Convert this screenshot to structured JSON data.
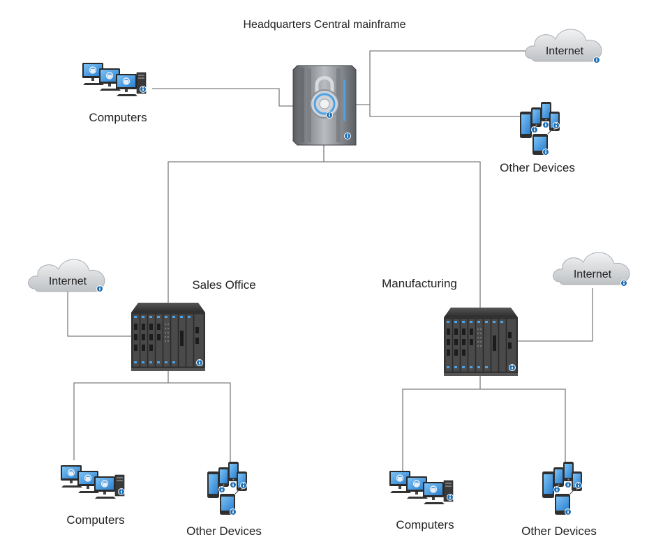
{
  "diagram": {
    "title": "Headquarters Central mainframe",
    "nodes": {
      "hq_computers": {
        "label": "Computers"
      },
      "hq_internet": {
        "label": "Internet"
      },
      "hq_devices": {
        "label": "Other Devices"
      },
      "sales_office": {
        "label": "Sales Office"
      },
      "sales_internet": {
        "label": "Internet"
      },
      "sales_computers": {
        "label": "Computers"
      },
      "sales_devices": {
        "label": "Other Devices"
      },
      "manufacturing": {
        "label": "Manufacturing"
      },
      "mfg_internet": {
        "label": "Internet"
      },
      "mfg_computers": {
        "label": "Computers"
      },
      "mfg_devices": {
        "label": "Other Devices"
      }
    },
    "connections": [
      [
        "mainframe",
        "hq_computers"
      ],
      [
        "mainframe",
        "hq_internet"
      ],
      [
        "mainframe",
        "hq_devices"
      ],
      [
        "mainframe",
        "sales_office"
      ],
      [
        "mainframe",
        "manufacturing"
      ],
      [
        "sales_office",
        "sales_internet"
      ],
      [
        "sales_office",
        "sales_computers"
      ],
      [
        "sales_office",
        "sales_devices"
      ],
      [
        "manufacturing",
        "mfg_internet"
      ],
      [
        "manufacturing",
        "mfg_computers"
      ],
      [
        "manufacturing",
        "mfg_devices"
      ]
    ],
    "icons": {
      "mainframe": "locked-mainframe-icon",
      "router": "network-switch-icon",
      "computers": "computer-cluster-icon",
      "devices": "mobile-devices-icon",
      "cloud": "cloud-icon",
      "info": "info-badge-icon"
    },
    "colors": {
      "line": "#7d7d7d",
      "screen": "#3d8fd8",
      "cloud": "#d4d6d9",
      "rack": "#3a3a3a",
      "info_badge": "#1f6fb5"
    }
  }
}
